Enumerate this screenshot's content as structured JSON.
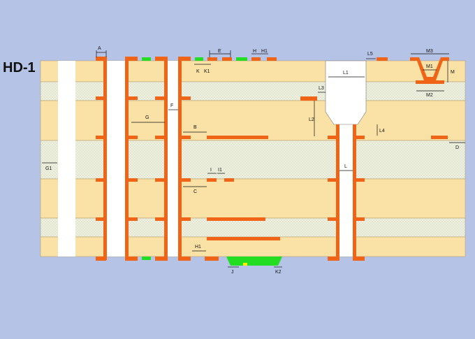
{
  "title": "HD-1",
  "colors": {
    "background": "#b5c4e6",
    "core": "#fae2a6",
    "prepreg": "#eef0e0",
    "copper": "#f06418",
    "pad_highlight": "#22dd22",
    "hole": "#ffffff"
  },
  "labels": {
    "A": "A",
    "B": "B",
    "C": "C",
    "D": "D",
    "E": "E",
    "F": "F",
    "G": "G",
    "G1": "G1",
    "H": "H",
    "H1": "H1",
    "I": "I",
    "I1": "I1",
    "J": "J",
    "K": "K",
    "K1": "K1",
    "K2": "K2",
    "L": "L",
    "L1": "L1",
    "L2": "L2",
    "L3": "L3",
    "L4": "L4",
    "L5": "L5",
    "M": "M",
    "M1": "M1",
    "M2": "M2",
    "M3": "M3",
    "H1b": "H1"
  }
}
